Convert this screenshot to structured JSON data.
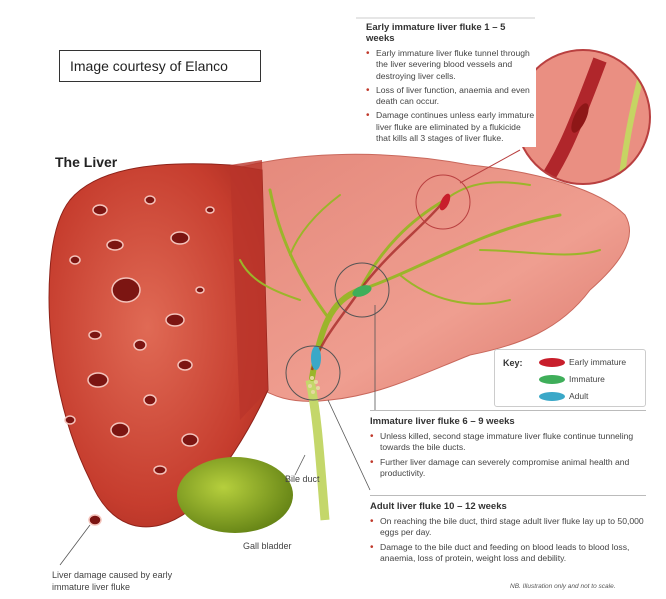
{
  "courtesy": "Image courtesy of Elanco",
  "title": "The Liver",
  "early_stage": {
    "heading": "Early immature liver fluke 1 – 5 weeks",
    "bullets": [
      "Early immature liver fluke tunnel through the liver severing blood vessels and destroying liver cells.",
      "Loss of liver function, anaemia and even death can occur.",
      "Damage continues unless early immature liver fluke are eliminated by a flukicide that kills all 3 stages of liver fluke."
    ]
  },
  "immature_stage": {
    "heading": "Immature liver fluke 6 – 9 weeks",
    "bullets": [
      "Unless killed, second stage immature liver fluke continue tunneling towards the bile ducts.",
      "Further liver damage can severely compromise animal health and productivity."
    ]
  },
  "adult_stage": {
    "heading": "Adult liver fluke 10 – 12 weeks",
    "bullets": [
      "On reaching the bile duct, third stage adult liver fluke lay up to 50,000 eggs per day.",
      "Damage to the bile duct and feeding on blood leads to blood loss, anaemia, loss of protein, weight loss and debility."
    ]
  },
  "key": {
    "title": "Key:",
    "items": [
      {
        "label": "Early immature",
        "color": "#c81e2b"
      },
      {
        "label": "Immature",
        "color": "#3fae5a"
      },
      {
        "label": "Adult",
        "color": "#3aa8c8"
      }
    ]
  },
  "labels": {
    "bile_duct": "Bile duct",
    "gall_bladder": "Gall bladder",
    "damage_line1": "Liver damage caused by early",
    "damage_line2": "immature liver fluke"
  },
  "note": "NB. Illustration only and not to scale.",
  "colors": {
    "liver_dark": "#c0392b",
    "liver_light": "#e9877a",
    "bile": "#9bb52a",
    "gall_bladder": "#7a9a1e",
    "bullet": "#c0392b"
  }
}
